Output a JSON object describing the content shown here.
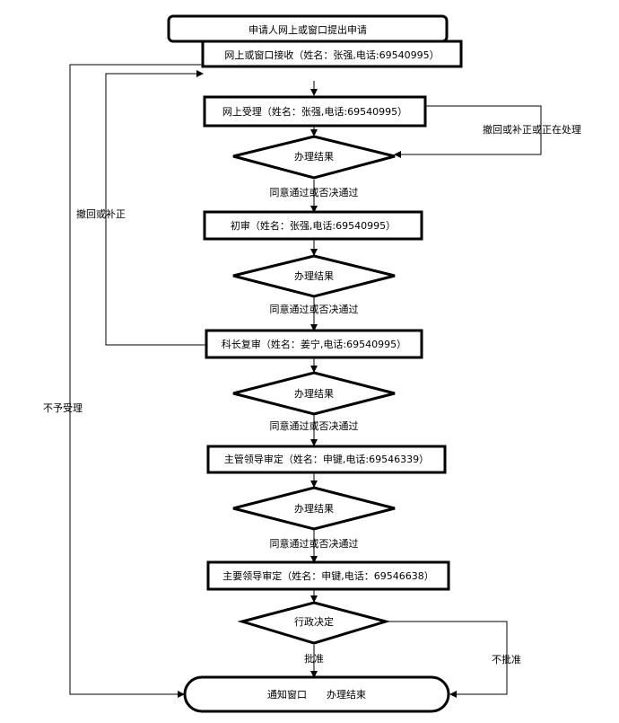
{
  "nodes": {
    "start": "申请人网上或窗口提出申请",
    "receive": "网上或窗口接收（姓名：张强,电话:69540995）",
    "accept": "网上受理（姓名：张强,电话:69540995）",
    "decision_1": "办理结果",
    "first_review": "初审（姓名：张强,电话:69540995）",
    "decision_2": "办理结果",
    "section_review": "科长复审（姓名：姜宁,电话:69540995）",
    "decision_3": "办理结果",
    "supervisor_review": "主管领导审定（姓名：申键,电话:69546339）",
    "decision_4": "办理结果",
    "chief_review": "主要领导审定（姓名：申键,电话：69546638）",
    "admin_decision": "行政决定",
    "end": "通知窗口　　办理结束"
  },
  "edges": {
    "withdraw_or_correct_processing": "撤回或补正或正在处理",
    "pass_1": "同意通过或否决通过",
    "withdraw_or_correct": "撤回或补正",
    "pass_2": "同意通过或否决通过",
    "pass_3": "同意通过或否决通过",
    "pass_4": "同意通过或否决通过",
    "not_accepted": "不予受理",
    "approved": "批准",
    "not_approved": "不批准"
  }
}
